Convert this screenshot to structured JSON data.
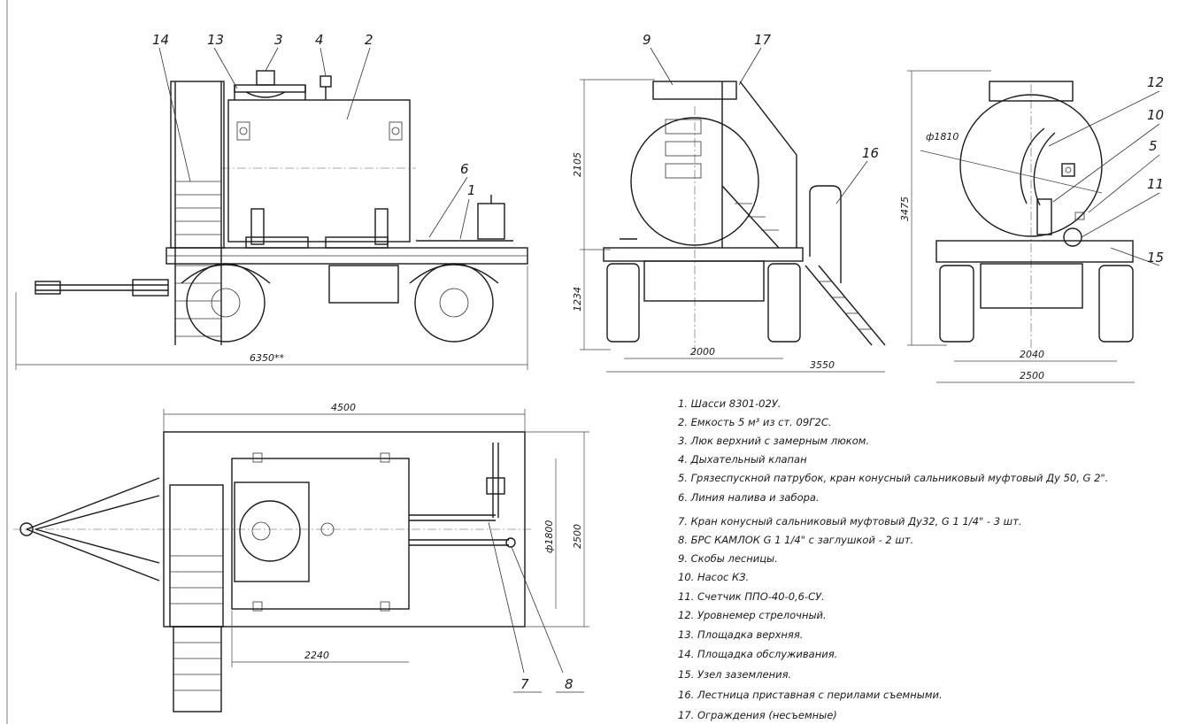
{
  "side_view": {
    "callouts": [
      "14",
      "13",
      "3",
      "4",
      "2",
      "6",
      "1"
    ],
    "dim_length": "6350**"
  },
  "front_view": {
    "callouts": [
      "9",
      "17",
      "16"
    ],
    "dim_height_upper": "2105",
    "dim_height_lower": "1234",
    "dim_track": "2000",
    "dim_width": "3550"
  },
  "rear_view": {
    "callouts": [
      "12",
      "10",
      "5",
      "11",
      "15"
    ],
    "dim_diameter": "ф1810",
    "dim_height": "3475",
    "dim_track": "2040",
    "dim_width": "2500"
  },
  "top_view": {
    "dim_length": "4500",
    "dim_width": "2500",
    "dim_diameter": "ф1800",
    "dim_offset": "2240",
    "callouts": [
      "7",
      "8"
    ]
  },
  "legend": [
    "1. Шасси 8301-02У.",
    "2. Емкость 5 м³ из ст. 09Г2С.",
    "3. Люк верхний с замерным люком.",
    "4. Дыхательный клапан",
    "5. Грязеспускной патрубок, кран конусный сальниковый муфтовый Ду 50, G 2\".",
    "6. Линия налива и забора.",
    "7. Кран конусный сальниковый муфтовый Ду32, G 1 1/4\" - 3 шт.",
    "8. БРС КАМЛОК G 1 1/4\" с заглушкой - 2 шт.",
    "9. Скобы лесницы.",
    "10. Насос КЗ.",
    "11. Счетчик ППО-40-0,6-СУ.",
    "12. Уровнемер стрелочный.",
    "13. Площадка верхняя.",
    "14. Площадка обслуживания.",
    "15. Узел заземления.",
    "16. Лестница приставная с перилами съемными.",
    "17. Ограждения (несъемные)"
  ]
}
